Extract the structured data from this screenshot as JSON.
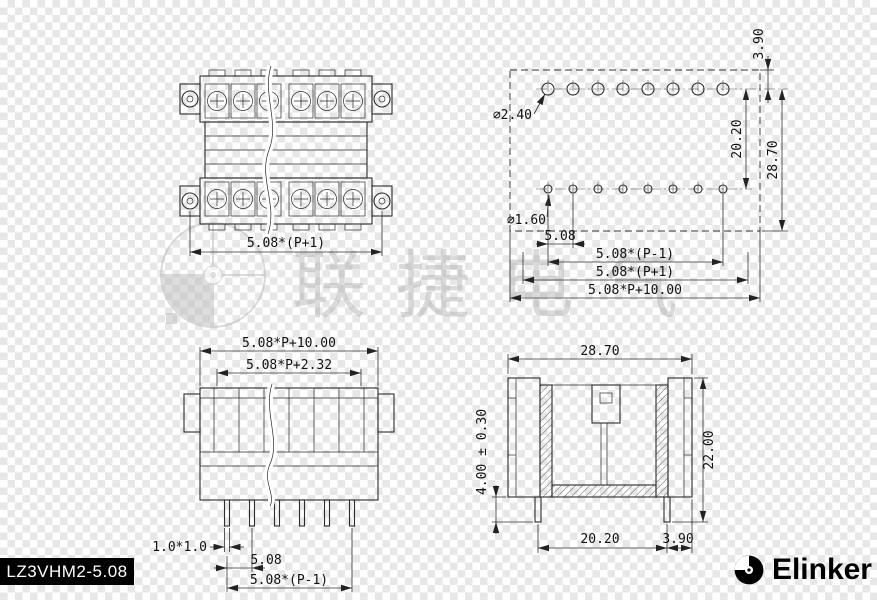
{
  "watermark": {
    "text": "联捷电气"
  },
  "title_block": {
    "part_number": "LZ3VHM2-5.08"
  },
  "brand": {
    "name": "Elinker"
  },
  "views": {
    "front": {
      "mount_span": "5.08*(P+1)"
    },
    "holes": {
      "edge_offset": "3.90",
      "hole_dia_top": "⌀2.40",
      "hole_dia_bottom": "⌀1.60",
      "row_spacing": "20.20",
      "overall": "28.70",
      "pitch": "5.08",
      "span_pm1": "5.08*(P-1)",
      "span_pp1": "5.08*(P+1)",
      "total": "5.08*P+10.00"
    },
    "profile": {
      "total": "5.08*P+10.00",
      "body": "5.08*P+2.32",
      "pin_size": "1.0*1.0",
      "pitch": "5.08",
      "span_pm1": "5.08*(P-1)"
    },
    "section": {
      "width": "28.70",
      "height": "22.00",
      "pin_length": "4.00 ± 0.30",
      "row_spacing": "20.20",
      "edge_offset": "3.90"
    }
  }
}
